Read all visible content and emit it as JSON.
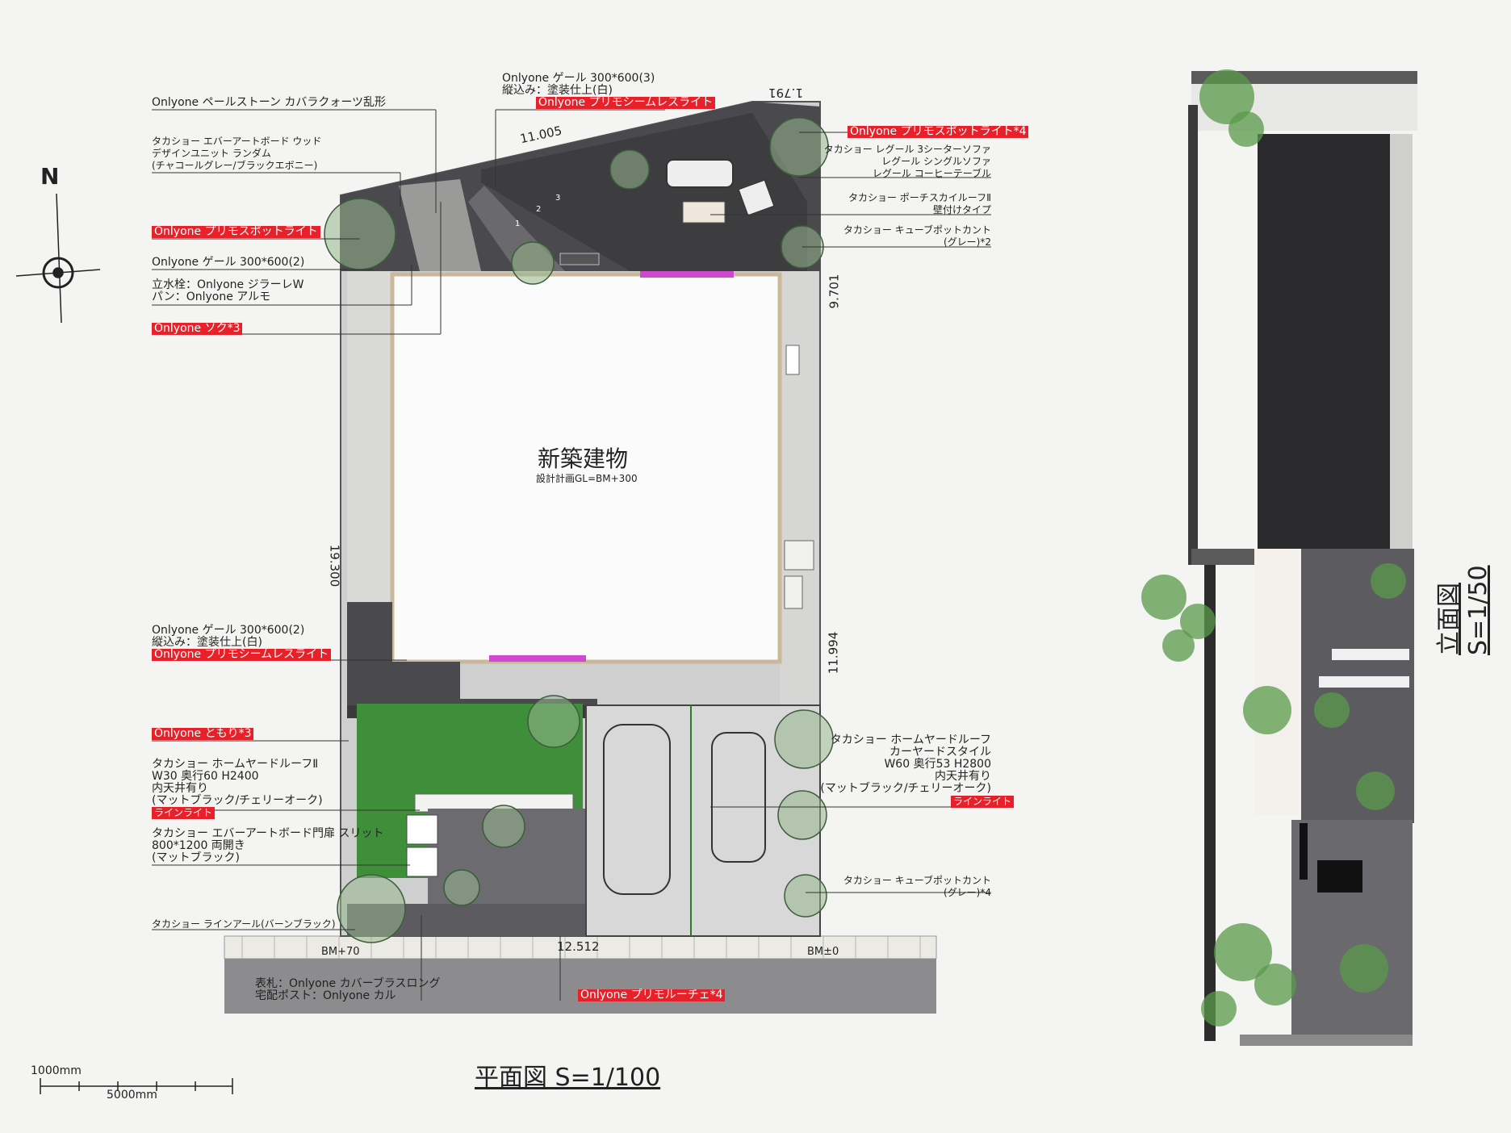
{
  "plan_title": "平面図 S=1/100",
  "elevation_title": "立面図 S=1/50",
  "building": {
    "name": "新築建物",
    "note": "設計計画GL=BM+300"
  },
  "compass": {
    "north": "N"
  },
  "scale_bar": {
    "unit_small": "1000mm",
    "unit_large": "5000mm"
  },
  "dimensions": {
    "top_slope": "11.005",
    "top_short": "1.791",
    "right_upper": "9.701",
    "left": "19.300",
    "right_lower": "11.994",
    "bottom": "12.512",
    "bm_left": "BM+70",
    "bm_right": "BM±0"
  },
  "step_numbers": [
    "1",
    "2",
    "3"
  ],
  "labels_left": [
    {
      "text": "Onlyone ペールストーン カバラクォーツ乱形",
      "red": false
    },
    {
      "text": "タカショー エバーアートボード ウッド\nデザインユニット ランダム\n(チャコールグレー/ブラックエボニー)",
      "red": false
    },
    {
      "text": "Onlyone プリモスポットライト",
      "red": true
    },
    {
      "text": "Onlyone ゲール 300*600(2)",
      "red": false
    },
    {
      "text": "立水栓：Onlyone ジラーレW\nパン：Onlyone アルモ",
      "red": false
    },
    {
      "text": "Onlyone ソク*3",
      "red": true
    },
    {
      "text": "Onlyone ゲール 300*600(2)\n縦込み：塗装仕上(白)",
      "red": false
    },
    {
      "text": "Onlyone プリモシームレスライト",
      "red": true
    },
    {
      "text": "Onlyone ともり*3",
      "red": true
    },
    {
      "text": "タカショー ホームヤードルーフⅡ\nW30 奥行60 H2400\n内天井有り\n(マットブラック/チェリーオーク)",
      "red": false
    },
    {
      "text": "ラインライト",
      "red": true
    },
    {
      "text": "タカショー エバーアートボード門扉 スリット\n800*1200 両開き\n(マットブラック)",
      "red": false
    },
    {
      "text": "タカショー ラインアール(バーンブラック)",
      "red": false
    }
  ],
  "labels_top": [
    {
      "text": "Onlyone ゲール 300*600(3)\n縦込み：塗装仕上(白)",
      "red": false
    },
    {
      "text": "Onlyone プリモシームレスライト",
      "red": true
    }
  ],
  "labels_right": [
    {
      "text": "Onlyone プリモスポットライト*4",
      "red": true
    },
    {
      "text": "タカショー レグール 3シーターソファ\nレグール シングルソファ\nレグール コーヒーテーブル",
      "red": false
    },
    {
      "text": "タカショー ポーチスカイルーフⅡ\n壁付けタイプ",
      "red": false
    },
    {
      "text": "タカショー キューブポットカント\n(グレー)*2",
      "red": false
    },
    {
      "text": "タカショー ホームヤードルーフ\nカーヤードスタイル\nW60 奥行53 H2800\n内天井有り\n(マットブラック/チェリーオーク)",
      "red": false
    },
    {
      "text": "ラインライト",
      "red": true
    },
    {
      "text": "タカショー キューブポットカント\n(グレー)*4",
      "red": false
    }
  ],
  "labels_bottom": [
    {
      "text": "表札：Onlyone カバーブラスロング\n宅配ポスト：Onlyone カル",
      "red": false
    },
    {
      "text": "Onlyone プリモルーチェ*4",
      "red": true
    }
  ],
  "colors": {
    "accent_red": "#e8202a",
    "lawn": "#3f8f3a",
    "paving": "#4a4a4e",
    "facade": "#2a2a2c"
  }
}
